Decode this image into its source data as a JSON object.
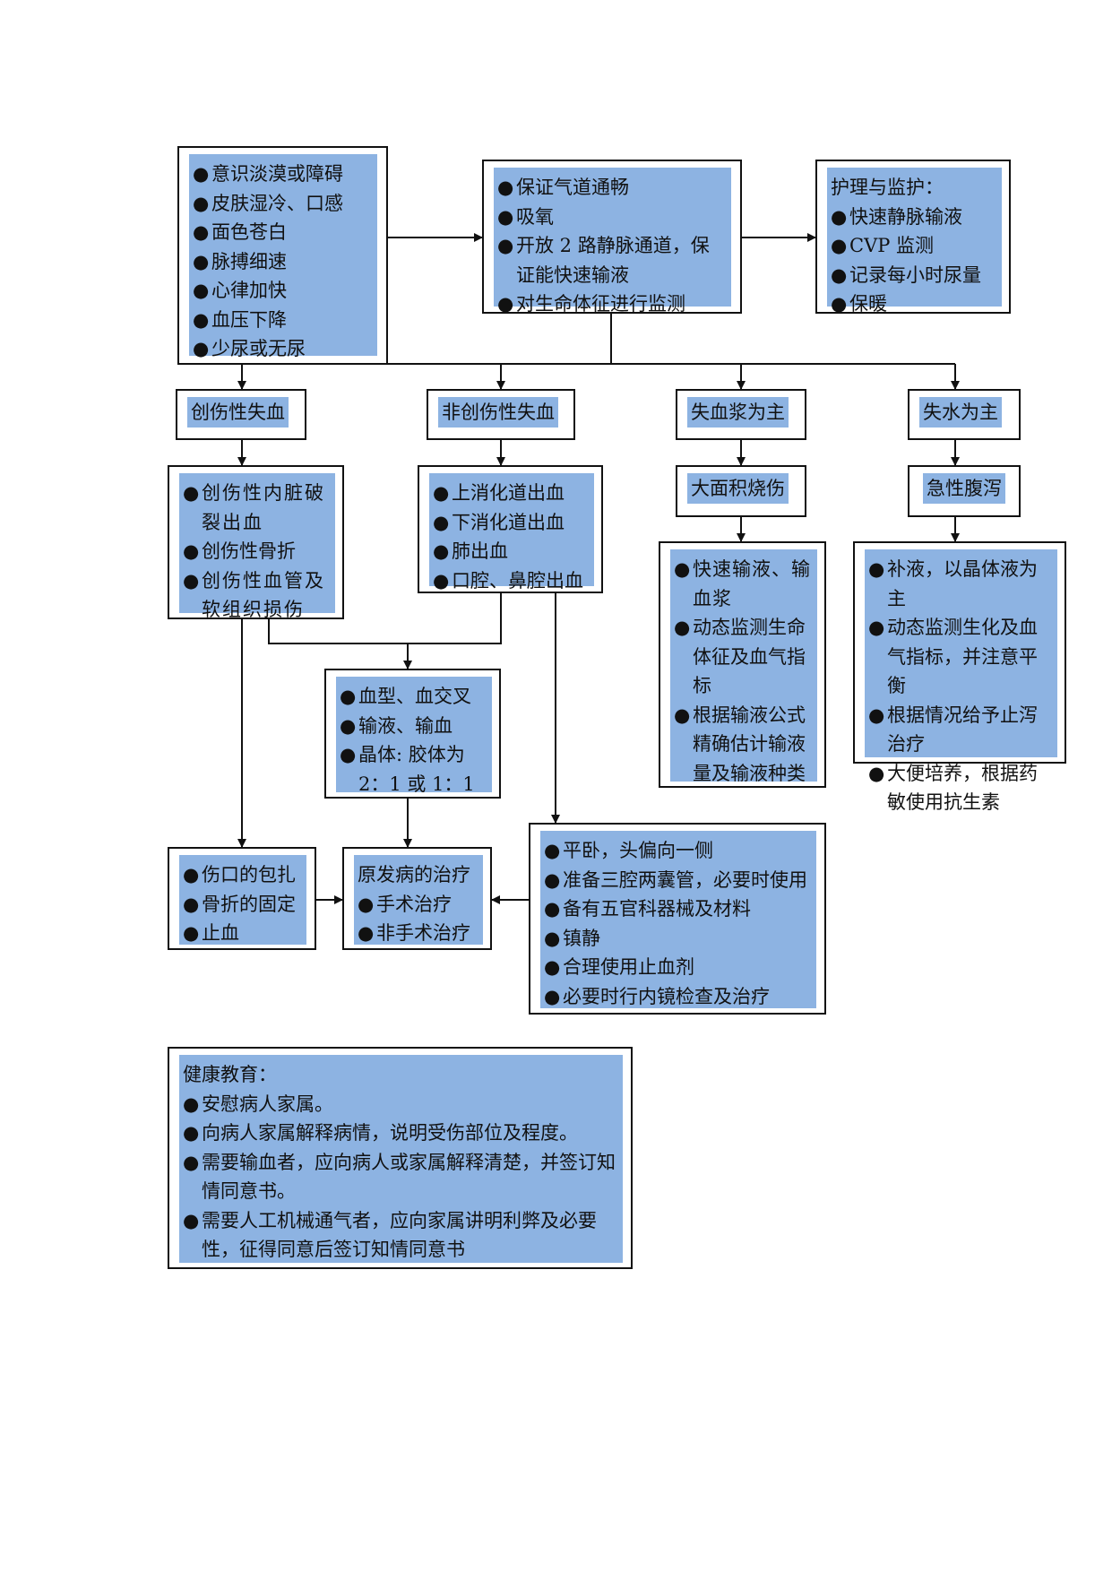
{
  "symptoms": {
    "items": [
      "意识淡漠或障碍",
      "皮肤湿冷、口感",
      "面色苍白",
      "脉搏细速",
      "心律加快",
      "血压下降",
      "少尿或无尿"
    ]
  },
  "first_aid": {
    "items": [
      "保证气道通畅",
      "吸氧",
      "开放 2 路静脉通道，保证能快速输液",
      "对生命体征进行监测"
    ]
  },
  "nursing": {
    "title": "护理与监护：",
    "items": [
      "快速静脉输液",
      "CVP 监测",
      "记录每小时尿量",
      "保暖"
    ]
  },
  "categories": {
    "traumatic_blood_loss": "创伤性失血",
    "nontraumatic_blood_loss": "非创伤性失血",
    "plasma_loss": "失血浆为主",
    "water_loss": "失水为主"
  },
  "traumatic_causes": {
    "items": [
      "创伤性内脏破裂出血",
      "创伤性骨折",
      "创伤性血管及软组织损伤"
    ]
  },
  "nontraumatic_causes": {
    "items": [
      "上消化道出血",
      "下消化道出血",
      "肺出血",
      "口腔、鼻腔出血"
    ]
  },
  "burn": {
    "label": "大面积烧伤"
  },
  "diarrhea": {
    "label": "急性腹泻"
  },
  "burn_care": {
    "items": [
      "快速输液、输血浆",
      "动态监测生命体征及血气指标",
      "根据输液公式精确估计输液量及输液种类"
    ]
  },
  "diarrhea_care": {
    "items": [
      "补液，以晶体液为主",
      "动态监测生化及血气指标，并注意平衡",
      "根据情况给予止泻治疗",
      "大便培养，根据药敏使用抗生素"
    ]
  },
  "transfusion": {
    "items": [
      "血型、血交叉",
      "输液、输血",
      "晶体: 胶体为 2：1 或 1：1"
    ]
  },
  "wound_care": {
    "items": [
      "伤口的包扎",
      "骨折的固定",
      "止血"
    ]
  },
  "primary_treatment": {
    "title": "原发病的治疗",
    "items": [
      "手术治疗",
      "非手术治疗"
    ]
  },
  "bleeding_care": {
    "items": [
      "平卧，头偏向一侧",
      "准备三腔两囊管，必要时使用",
      "备有五官科器械及材料",
      "镇静",
      "合理使用止血剂",
      "必要时行内镜检查及治疗"
    ]
  },
  "health_education": {
    "title": "健康教育：",
    "items": [
      "安慰病人家属。",
      "向病人家属解释病情，说明受伤部位及程度。",
      "需要输血者，应向病人或家属解释清楚，并签订知情同意书。",
      "需要人工机械通气者，应向家属讲明利弊及必要性，征得同意后签订知情同意书"
    ]
  },
  "colors": {
    "fill": "#8db3e2",
    "border": "#111111"
  }
}
